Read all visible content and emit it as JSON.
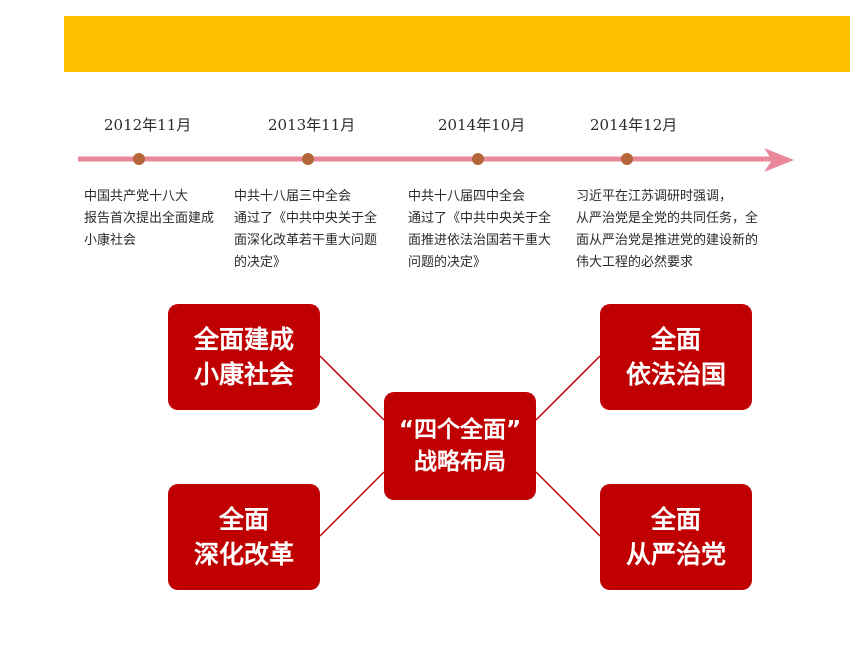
{
  "timeline": {
    "dates": [
      "2012年11月",
      "2013年11月",
      "2014年10月",
      "2014年12月"
    ],
    "events": [
      "中国共产党十八大\n报告首次提出全面建成\n小康社会",
      "中共十八届三中全会\n通过了《中共中央关于全\n面深化改革若干重大问题\n的决定》",
      "中共十八届四中全会\n通过了《中共中央关于全\n面推进依法治国若干重大\n问题的决定》",
      "习近平在江苏调研时强调，\n从严治党是全党的共同任务，全\n面从严治党是推进党的建设新的\n伟大工程的必然要求"
    ]
  },
  "diagram": {
    "center": {
      "line1": "“四个全面”",
      "line2": "战略布局"
    },
    "top_left": {
      "line1": "全面建成",
      "line2": "小康社会"
    },
    "top_right": {
      "line1": "全面",
      "line2": "依法治国"
    },
    "bottom_left": {
      "line1": "全面",
      "line2": "深化改革"
    },
    "bottom_right": {
      "line1": "全面",
      "line2": "从严治党"
    }
  },
  "colors": {
    "header_bar": "#ffc000",
    "box_fill": "#c00000",
    "connector": "#c00000",
    "timeline_arrow": "#e8889a",
    "timeline_dot": "#b5653a"
  }
}
